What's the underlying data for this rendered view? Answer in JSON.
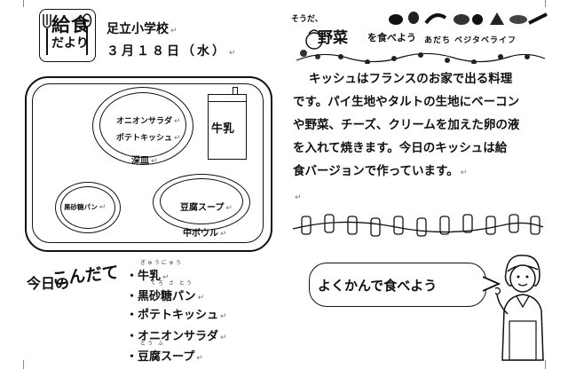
{
  "header": {
    "badge_line1": "給食",
    "badge_line2": "だより",
    "school": "足立小学校",
    "date": "３月１８日（水）"
  },
  "tray": {
    "deep_dish_items": [
      "オニオンサラダ",
      "ポテトキッシュ"
    ],
    "deep_dish_label": "深皿",
    "small_plate_item": "黒砂糖パン",
    "bowl_item": "豆腐スープ",
    "bowl_label": "中ボウル",
    "milk_label": "牛乳"
  },
  "menu": {
    "title_prefix": "今日の",
    "title_main": "こんだて",
    "items": [
      {
        "ruby": "ぎゅうにゅう",
        "name": "牛乳"
      },
      {
        "ruby": "くろ さ とう",
        "name": "黒砂糖パン"
      },
      {
        "ruby": "",
        "name": "ポテトキッシュ"
      },
      {
        "ruby": "",
        "name": "オニオンサラダ"
      },
      {
        "ruby": "とう ふ",
        "name": "豆腐スープ"
      }
    ]
  },
  "vegetable_header": {
    "small": "そうだ、",
    "big": "野菜",
    "mid": "を食べよう",
    "sub": "あだち ベジタベライフ"
  },
  "article_lines": [
    "キッシュはフランスのお家で出る料理",
    "です。パイ生地やタルトの生地にベーコン",
    "や野菜、チーズ、クリームを加えた卵の液",
    "を入れて焼きます。今日のキッシュは給",
    "食バージョンで作っています。"
  ],
  "bubble_text": "よくかんで食べよう",
  "icons": [
    "fork-icon",
    "spoon-icon",
    "vegetable-icon",
    "milk-carton-icon",
    "lunch-lady-icon"
  ]
}
